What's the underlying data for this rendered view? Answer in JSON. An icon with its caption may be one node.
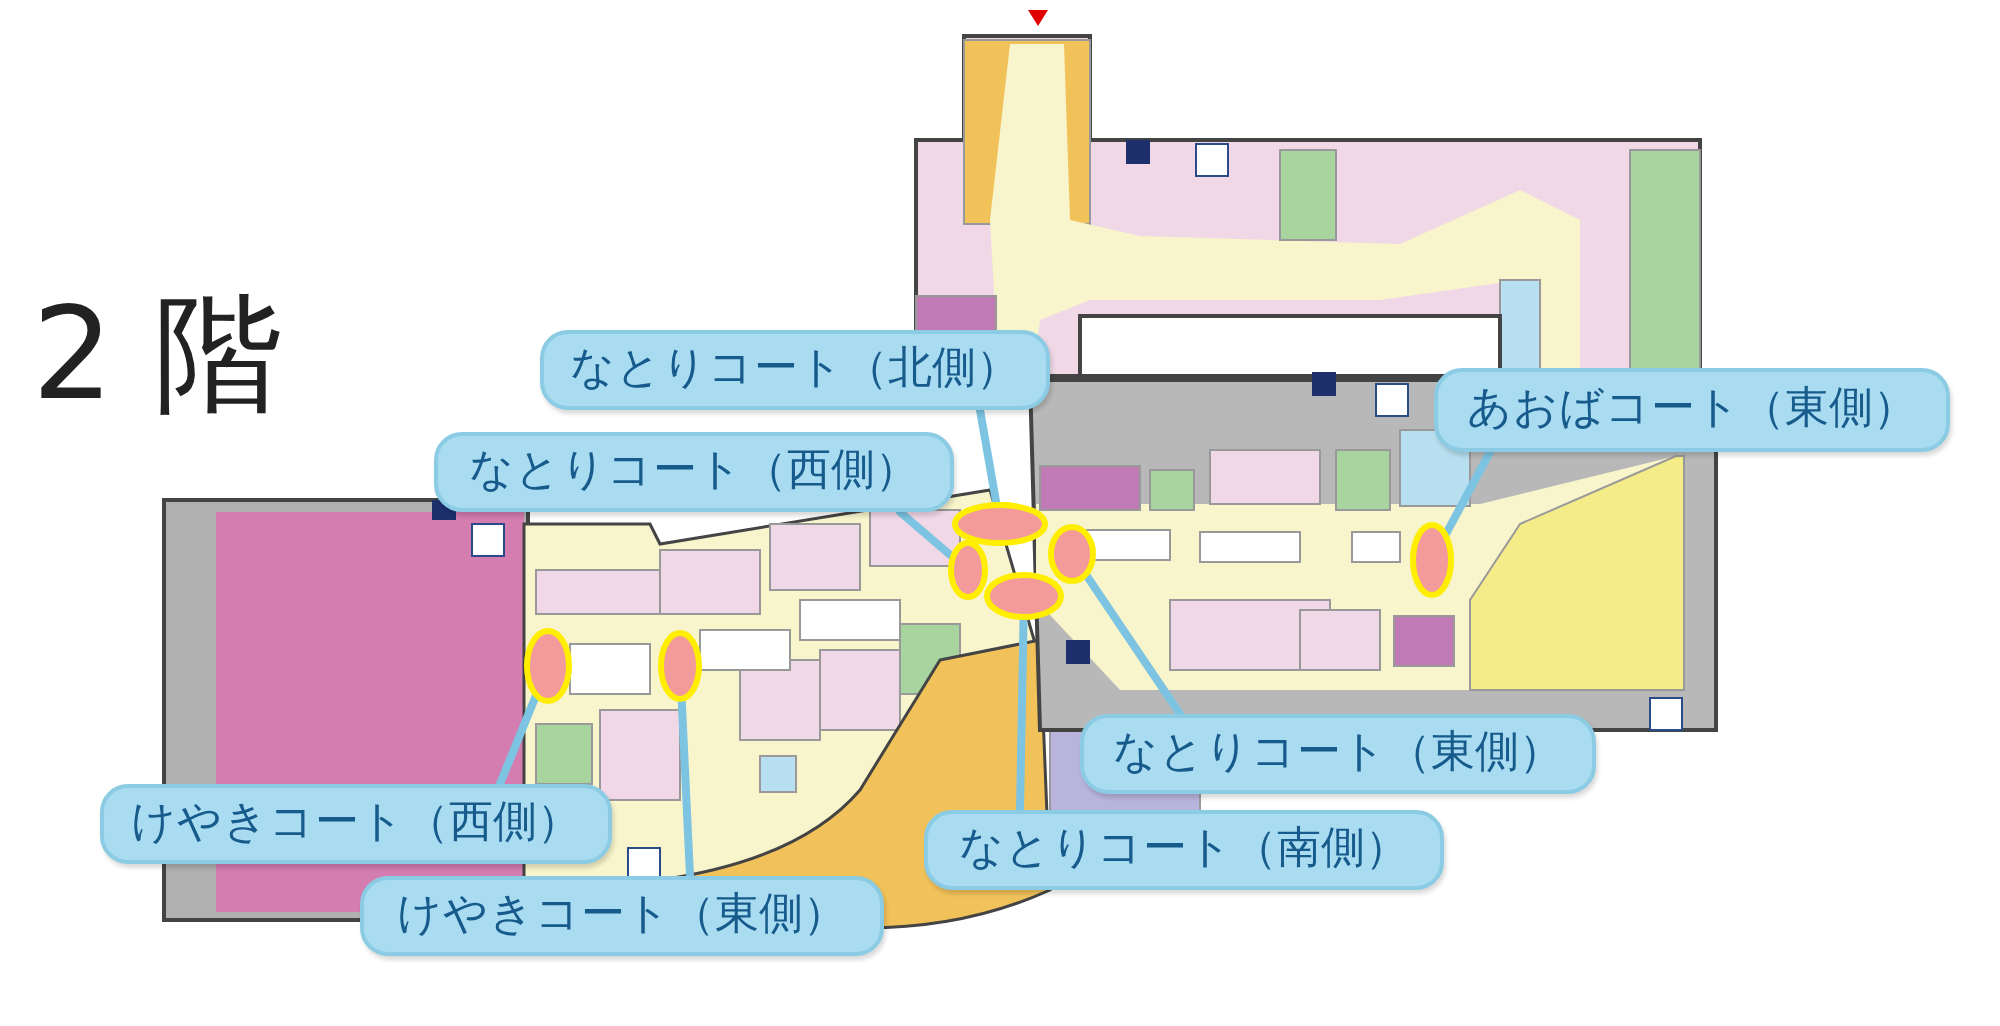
{
  "diagram": {
    "title": "2 階",
    "nodes": [
      {
        "text": [
          "なとりコート（北側）"
        ]
      },
      {
        "text": [],
        "shape": "circle"
      },
      {
        "text": [
          "あおばコート（東側）"
        ]
      },
      {
        "text": [],
        "shape": "circle"
      },
      {
        "text": [
          "なとりコート（西側）"
        ]
      },
      {
        "text": [],
        "shape": "circle"
      },
      {
        "text": [
          "なとりコート（東側）"
        ]
      },
      {
        "text": [],
        "shape": "circle"
      },
      {
        "text": [
          "けやきコート（西側）"
        ]
      },
      {
        "text": [],
        "shape": "circle"
      },
      {
        "text": [
          "なとりコート（南側）"
        ]
      },
      {
        "text": [],
        "shape": "circle"
      },
      {
        "text": [
          "けやきコート（東側）"
        ]
      },
      {
        "text": [],
        "shape": "circle"
      }
    ],
    "edges": [
      {
        "from": 0,
        "to": 1,
        "arrow": "none"
      },
      {
        "from": 2,
        "to": 3,
        "arrow": "none"
      },
      {
        "from": 4,
        "to": 5,
        "arrow": "none"
      },
      {
        "from": 6,
        "to": 7,
        "arrow": "none"
      },
      {
        "from": 8,
        "to": 9,
        "arrow": "none"
      },
      {
        "from": 10,
        "to": 11,
        "arrow": "none"
      },
      {
        "from": 12,
        "to": 13,
        "arrow": "none"
      }
    ]
  }
}
